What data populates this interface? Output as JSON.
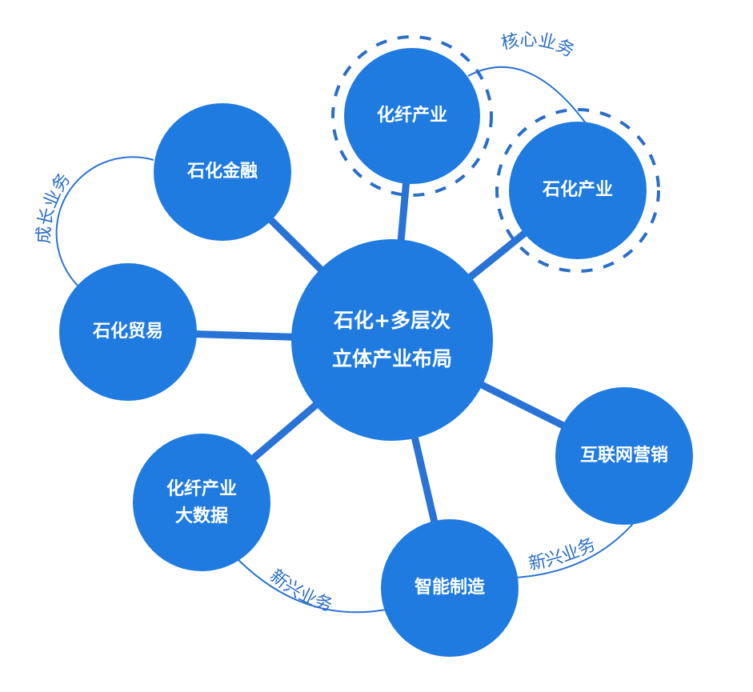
{
  "center": {
    "line1": "石化+多层次",
    "line2": "立体产业布局"
  },
  "nodes": {
    "chemical_fiber": "化纤产业",
    "petrochemical": "石化产业",
    "finance": "石化金融",
    "trade": "石化贸易",
    "bigdata_line1": "化纤产业",
    "bigdata_line2": "大数据",
    "smart_mfg": "智能制造",
    "internet_marketing": "互联网营销"
  },
  "arcs": {
    "core": "核心业务",
    "growth": "成长业务",
    "emerging_left": "新兴业务",
    "emerging_right": "新兴业务"
  },
  "colors": {
    "node": "#1f7be0",
    "line": "#2a73d6"
  }
}
